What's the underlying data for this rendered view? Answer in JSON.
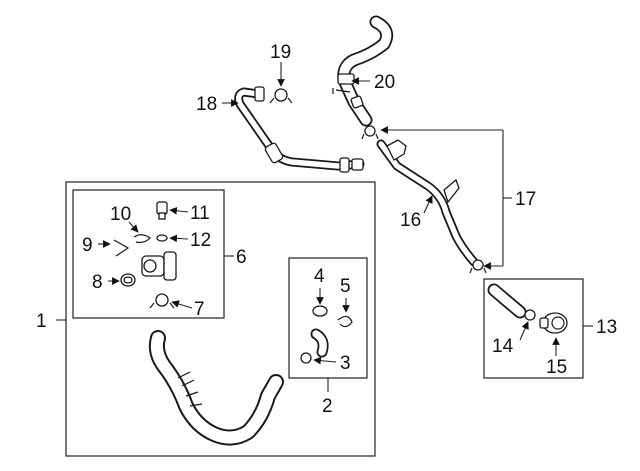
{
  "callouts": {
    "c1": "1",
    "c2": "2",
    "c3": "3",
    "c4": "4",
    "c5": "5",
    "c6": "6",
    "c7": "7",
    "c8": "8",
    "c9": "9",
    "c10": "10",
    "c11": "11",
    "c12": "12",
    "c13": "13",
    "c14": "14",
    "c15": "15",
    "c16": "16",
    "c17": "17",
    "c18": "18",
    "c19": "19",
    "c20": "20"
  },
  "colors": {
    "line": "#1a1a1a",
    "background": "#ffffff"
  }
}
